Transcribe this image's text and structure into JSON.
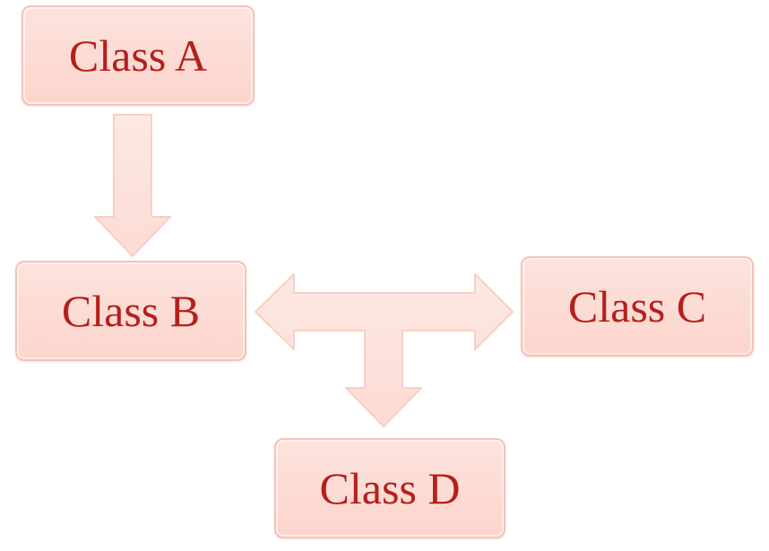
{
  "diagram": {
    "nodes": [
      {
        "id": "a",
        "label": "Class A"
      },
      {
        "id": "b",
        "label": "Class B"
      },
      {
        "id": "c",
        "label": "Class C"
      },
      {
        "id": "d",
        "label": "Class D"
      }
    ],
    "edges": [
      {
        "from": "a",
        "to": "b",
        "kind": "one-way"
      },
      {
        "from": "b",
        "to": "c",
        "kind": "two-way"
      },
      {
        "from": "b-c-link",
        "to": "d",
        "kind": "one-way"
      }
    ],
    "colors": {
      "node_fill": "#fbd9d1",
      "node_border": "#f6c2b8",
      "label_text": "#b4201c",
      "arrow_fill": "#fde4de",
      "arrow_border": "#f8cfc5"
    }
  }
}
